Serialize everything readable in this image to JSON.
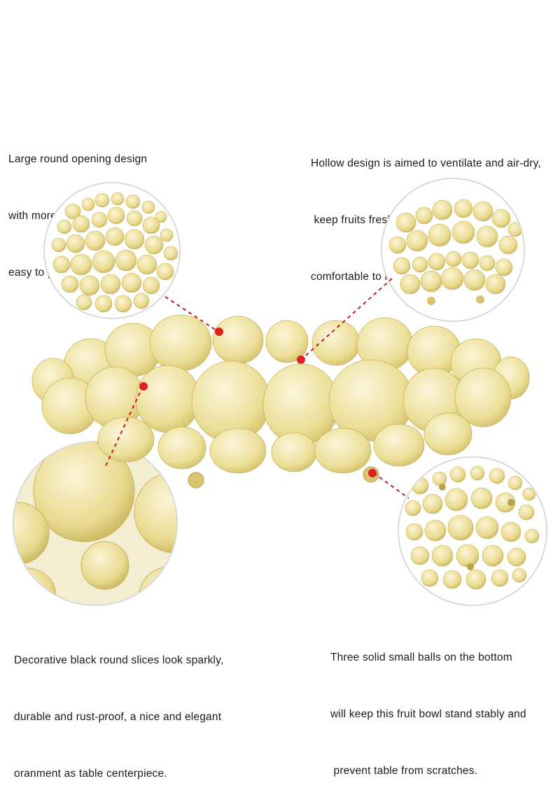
{
  "captions": {
    "top_left": [
      "Large round opening design",
      "with more storage capacity,",
      "easy to put in or take out fruits."
    ],
    "top_right": [
      "Hollow design is aimed to ventilate and air-dry,",
      " keep fruits fresh and easy to clean,",
      "comfortable to hold not hurting hands."
    ],
    "bottom_left": [
      "Decorative black round slices look sparkly,",
      "durable and rust-proof, a nice and elegant",
      "oranment as table centerpiece."
    ],
    "bottom_right": [
      "Three solid small balls on the bottom",
      "will keep this fruit bowl stand stably and",
      " prevent table from scratches."
    ]
  },
  "colors": {
    "gold_light": "#f6efc4",
    "gold": "#e8d98c",
    "gold_dark": "#c9b45a",
    "marker_red": "#e02020",
    "connector_red": "#c21a1a"
  }
}
